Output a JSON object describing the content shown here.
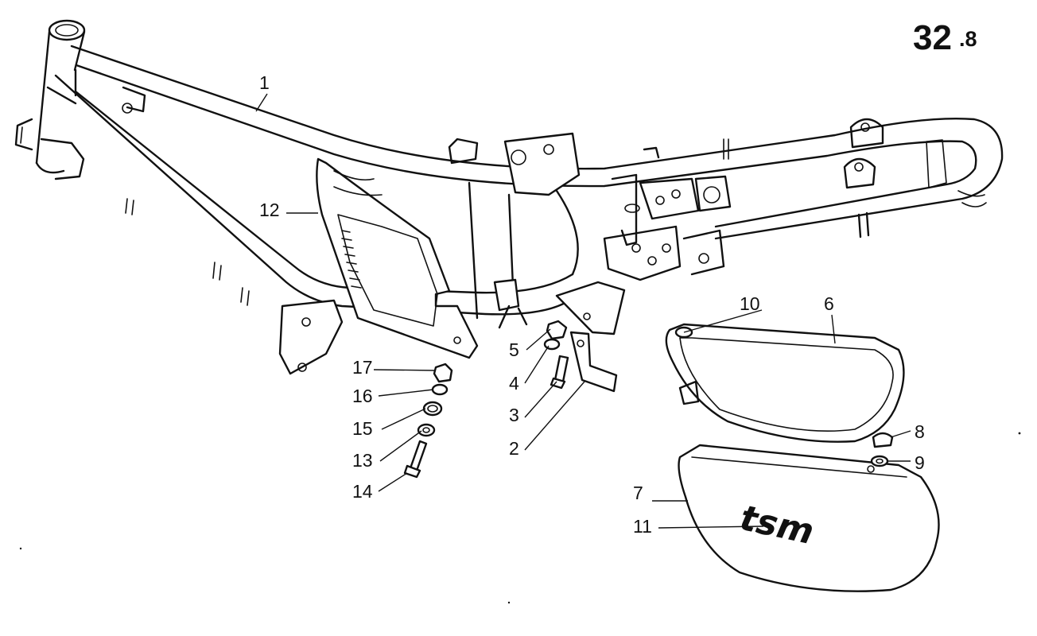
{
  "page_number": {
    "main": "32",
    "sub": ".8"
  },
  "callouts": [
    "1",
    "2",
    "3",
    "4",
    "5",
    "6",
    "7",
    "8",
    "9",
    "10",
    "11",
    "12",
    "13",
    "14",
    "15",
    "16",
    "17"
  ],
  "logo_text": "tsm"
}
